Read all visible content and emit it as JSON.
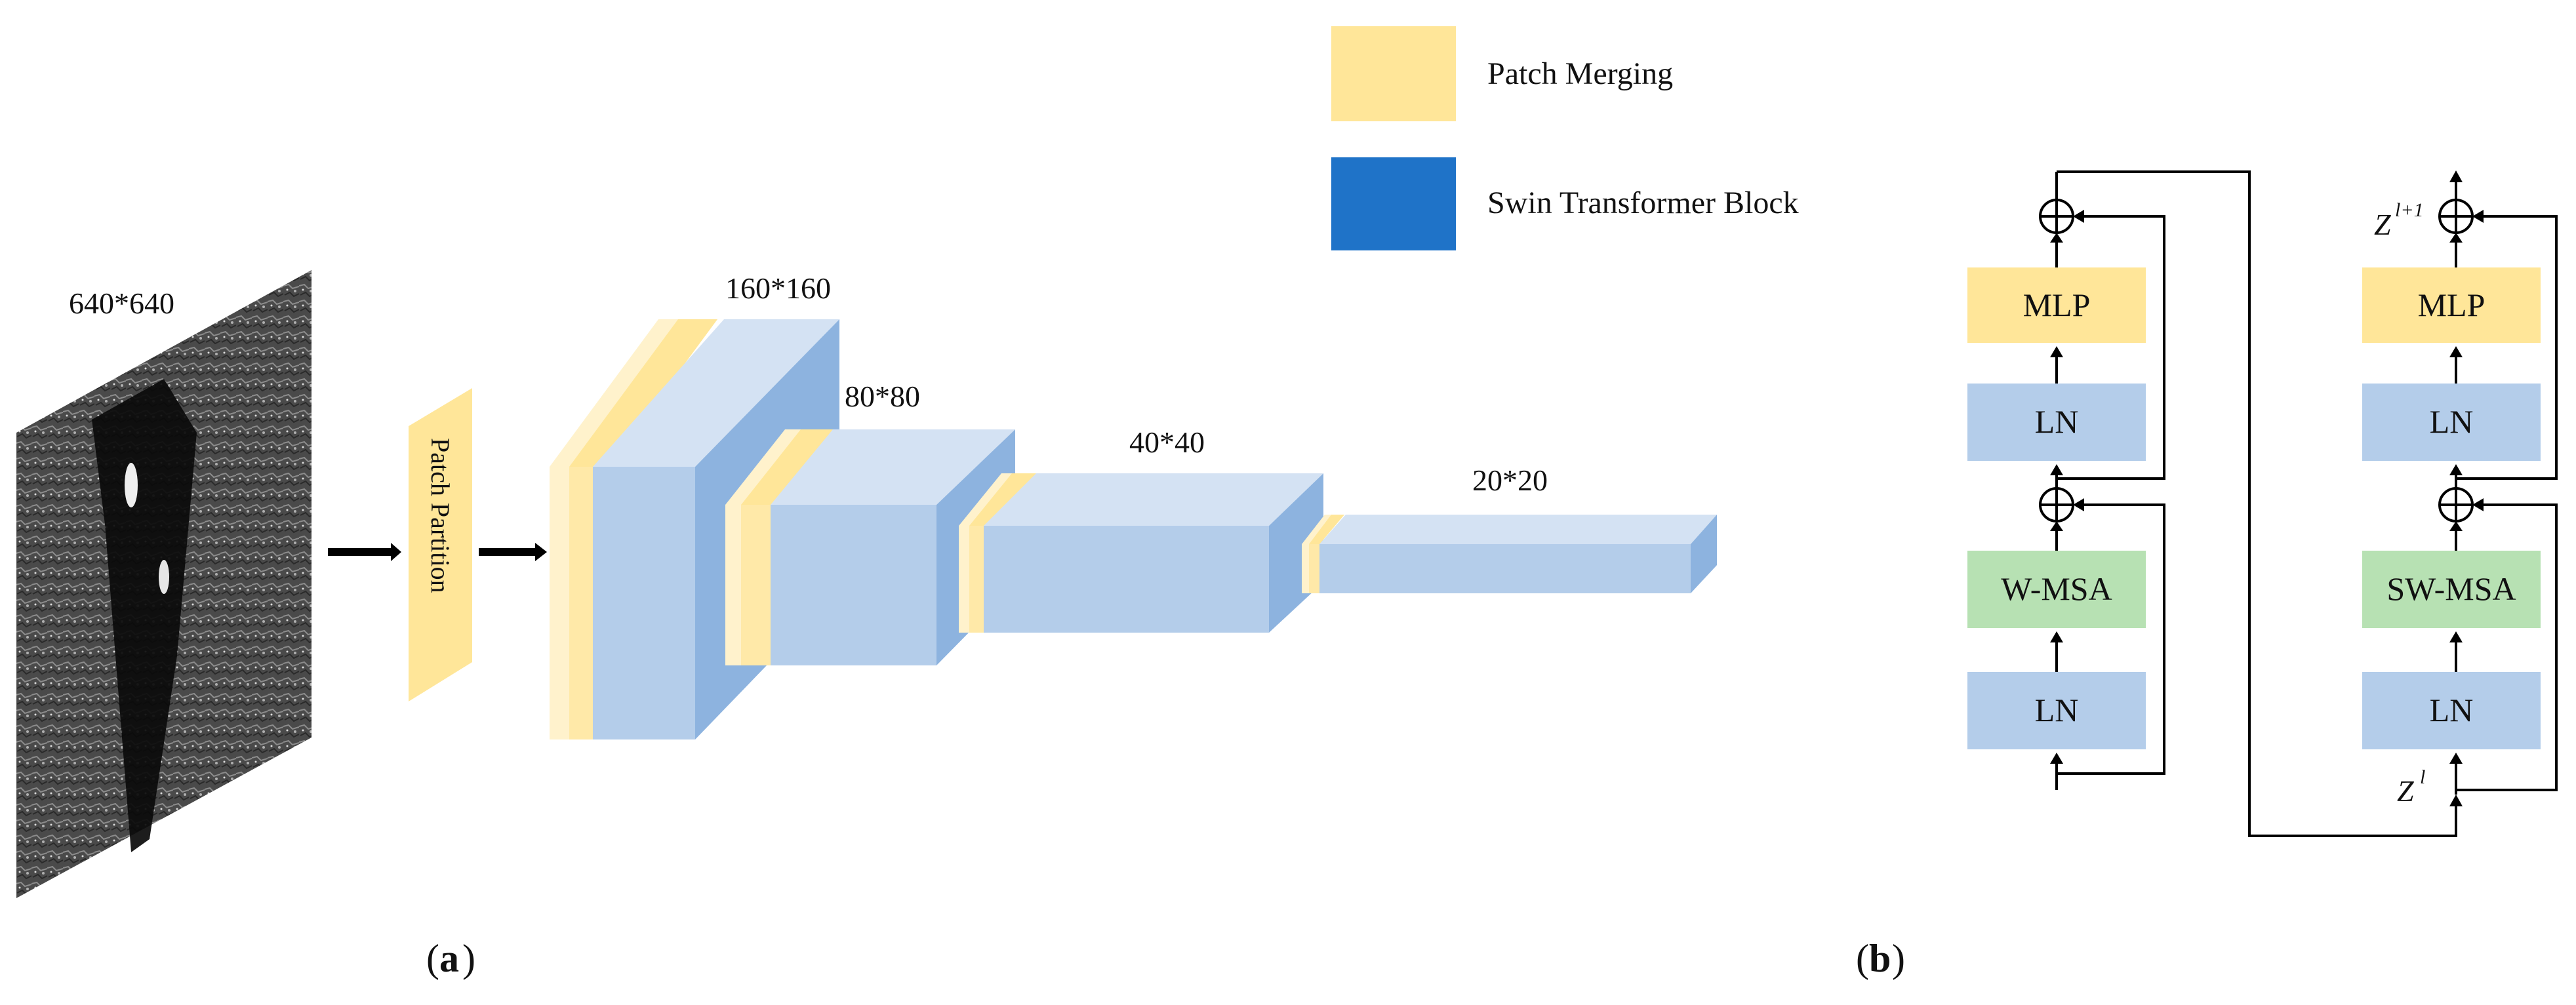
{
  "legend": {
    "patch_merging": {
      "label": "Patch Merging",
      "color": "#FFE699"
    },
    "swin_block": {
      "label": "Swin Transformer Block",
      "color": "#1F73C8"
    }
  },
  "panel_a": {
    "input_size": "640*640",
    "patch_partition": "Patch Partition",
    "stages": [
      "160*160",
      "80*80",
      "40*40",
      "20*20"
    ],
    "caption_letter": "a"
  },
  "panel_b": {
    "left_block": {
      "top": "MLP",
      "ln_upper": "LN",
      "attention": "W-MSA",
      "ln_lower": "LN"
    },
    "right_block": {
      "top": "MLP",
      "ln_upper": "LN",
      "attention": "SW-MSA",
      "ln_lower": "LN"
    },
    "z_out": {
      "base": "Z",
      "sup": "l+1"
    },
    "z_in": {
      "base": "Z",
      "sup": "l"
    },
    "caption_letter": "b"
  },
  "colors": {
    "merge_front": "#FFE699",
    "merge_light": "#FFF2CC",
    "block_front": "#B4CDEA",
    "block_top": "#D4E2F3",
    "block_side": "#8DB3DF",
    "mlp_fill": "#FFE699",
    "ln_fill": "#B4CDEA",
    "msa_fill": "#B7E1B3"
  }
}
